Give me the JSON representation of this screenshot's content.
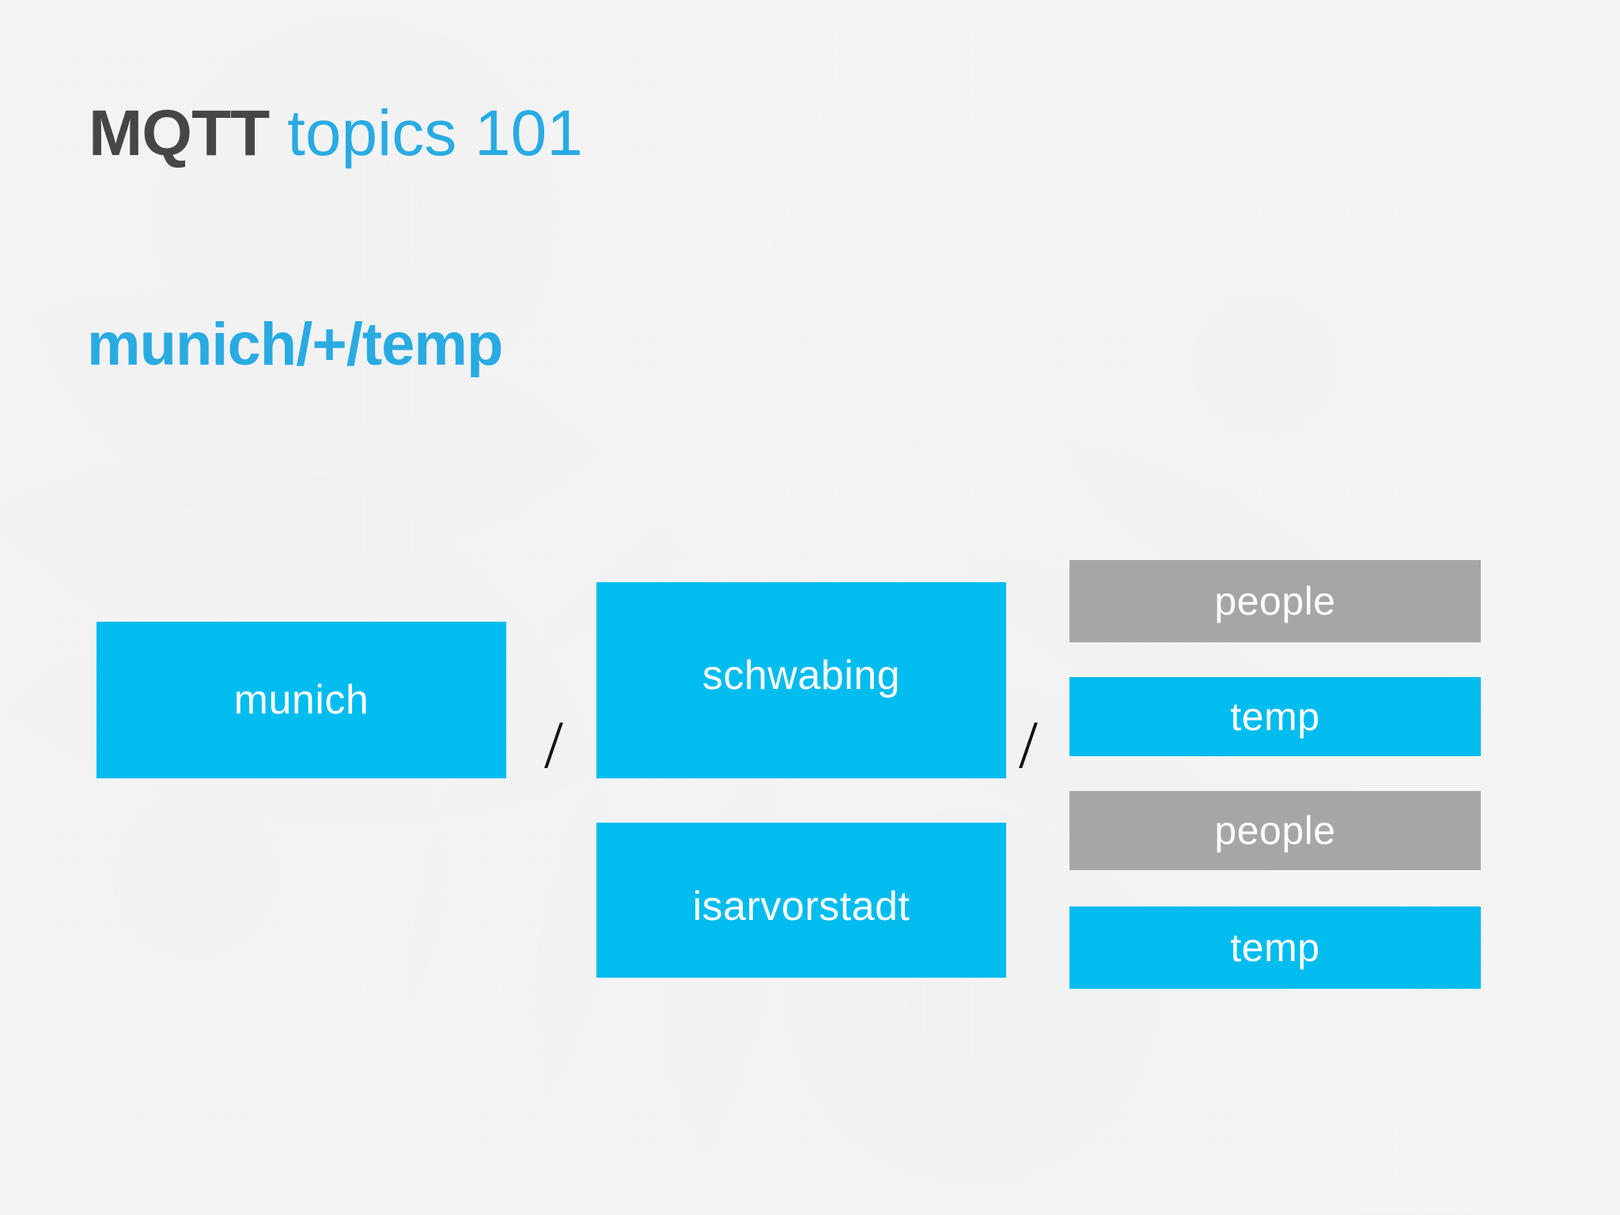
{
  "slide": {
    "background_color": "#f5f5f6",
    "title": {
      "strong": "MQTT",
      "light": " topics 101"
    },
    "subtitle": "munich/+/temp"
  },
  "colors": {
    "cyan": "#00BCEF",
    "title_cyan": "#29ABE2",
    "gray": "#A6A6A8",
    "dark": "#464646",
    "box_text": "#FFFFFF",
    "slash": "#141414"
  },
  "diagram": {
    "separators": [
      "/",
      "/"
    ],
    "levels": [
      {
        "name": "root",
        "boxes": [
          {
            "label": "munich",
            "color": "cyan",
            "matched": true
          }
        ]
      },
      {
        "name": "wildcard",
        "boxes": [
          {
            "label": "schwabing",
            "color": "cyan",
            "matched": true
          },
          {
            "label": "isarvorstadt",
            "color": "cyan",
            "matched": true
          }
        ]
      },
      {
        "name": "leaf",
        "boxes": [
          {
            "label": "people",
            "color": "gray",
            "matched": false
          },
          {
            "label": "temp",
            "color": "cyan",
            "matched": true
          },
          {
            "label": "people",
            "color": "gray",
            "matched": false
          },
          {
            "label": "temp",
            "color": "cyan",
            "matched": true
          }
        ]
      }
    ]
  }
}
